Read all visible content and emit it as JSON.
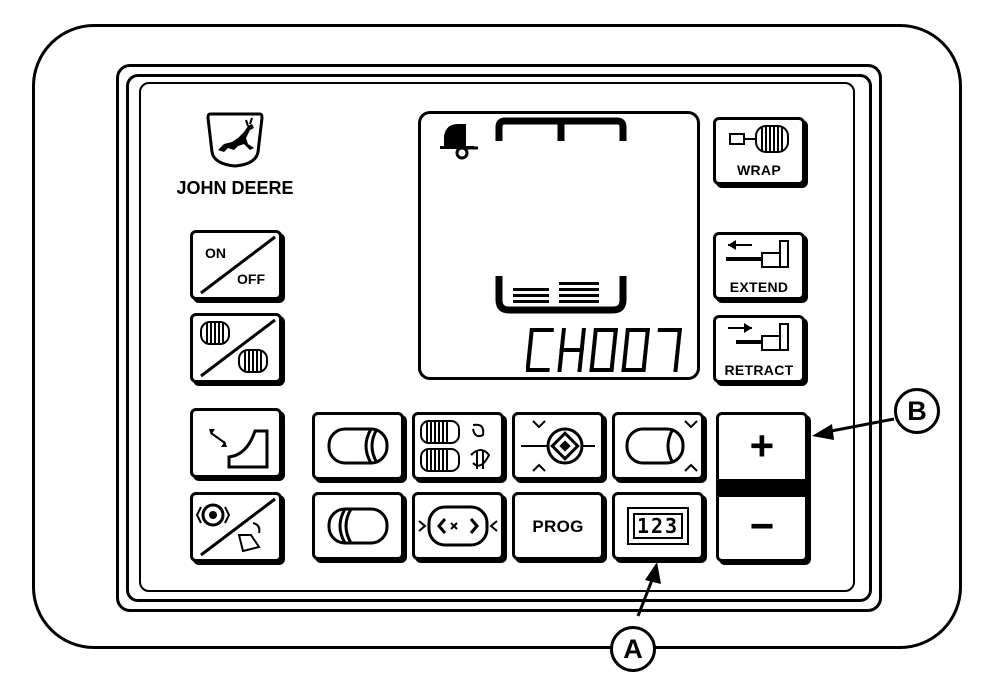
{
  "brand": {
    "name": "JOHN DEERE",
    "logo_icon": "leaping-deer-icon"
  },
  "display": {
    "readout": "CH007",
    "segments": [
      "C",
      "H",
      "0",
      "0",
      "7"
    ]
  },
  "buttons": {
    "wrap": "WRAP",
    "extend": "EXTEND",
    "retract": "RETRACT",
    "on_off_on": "ON",
    "on_off_off": "OFF",
    "prog": "PROG",
    "counter": "123",
    "plus": "+",
    "minus": "−"
  },
  "callouts": {
    "a": "A",
    "b": "B"
  },
  "colors": {
    "line": "#000000",
    "background": "#ffffff"
  }
}
